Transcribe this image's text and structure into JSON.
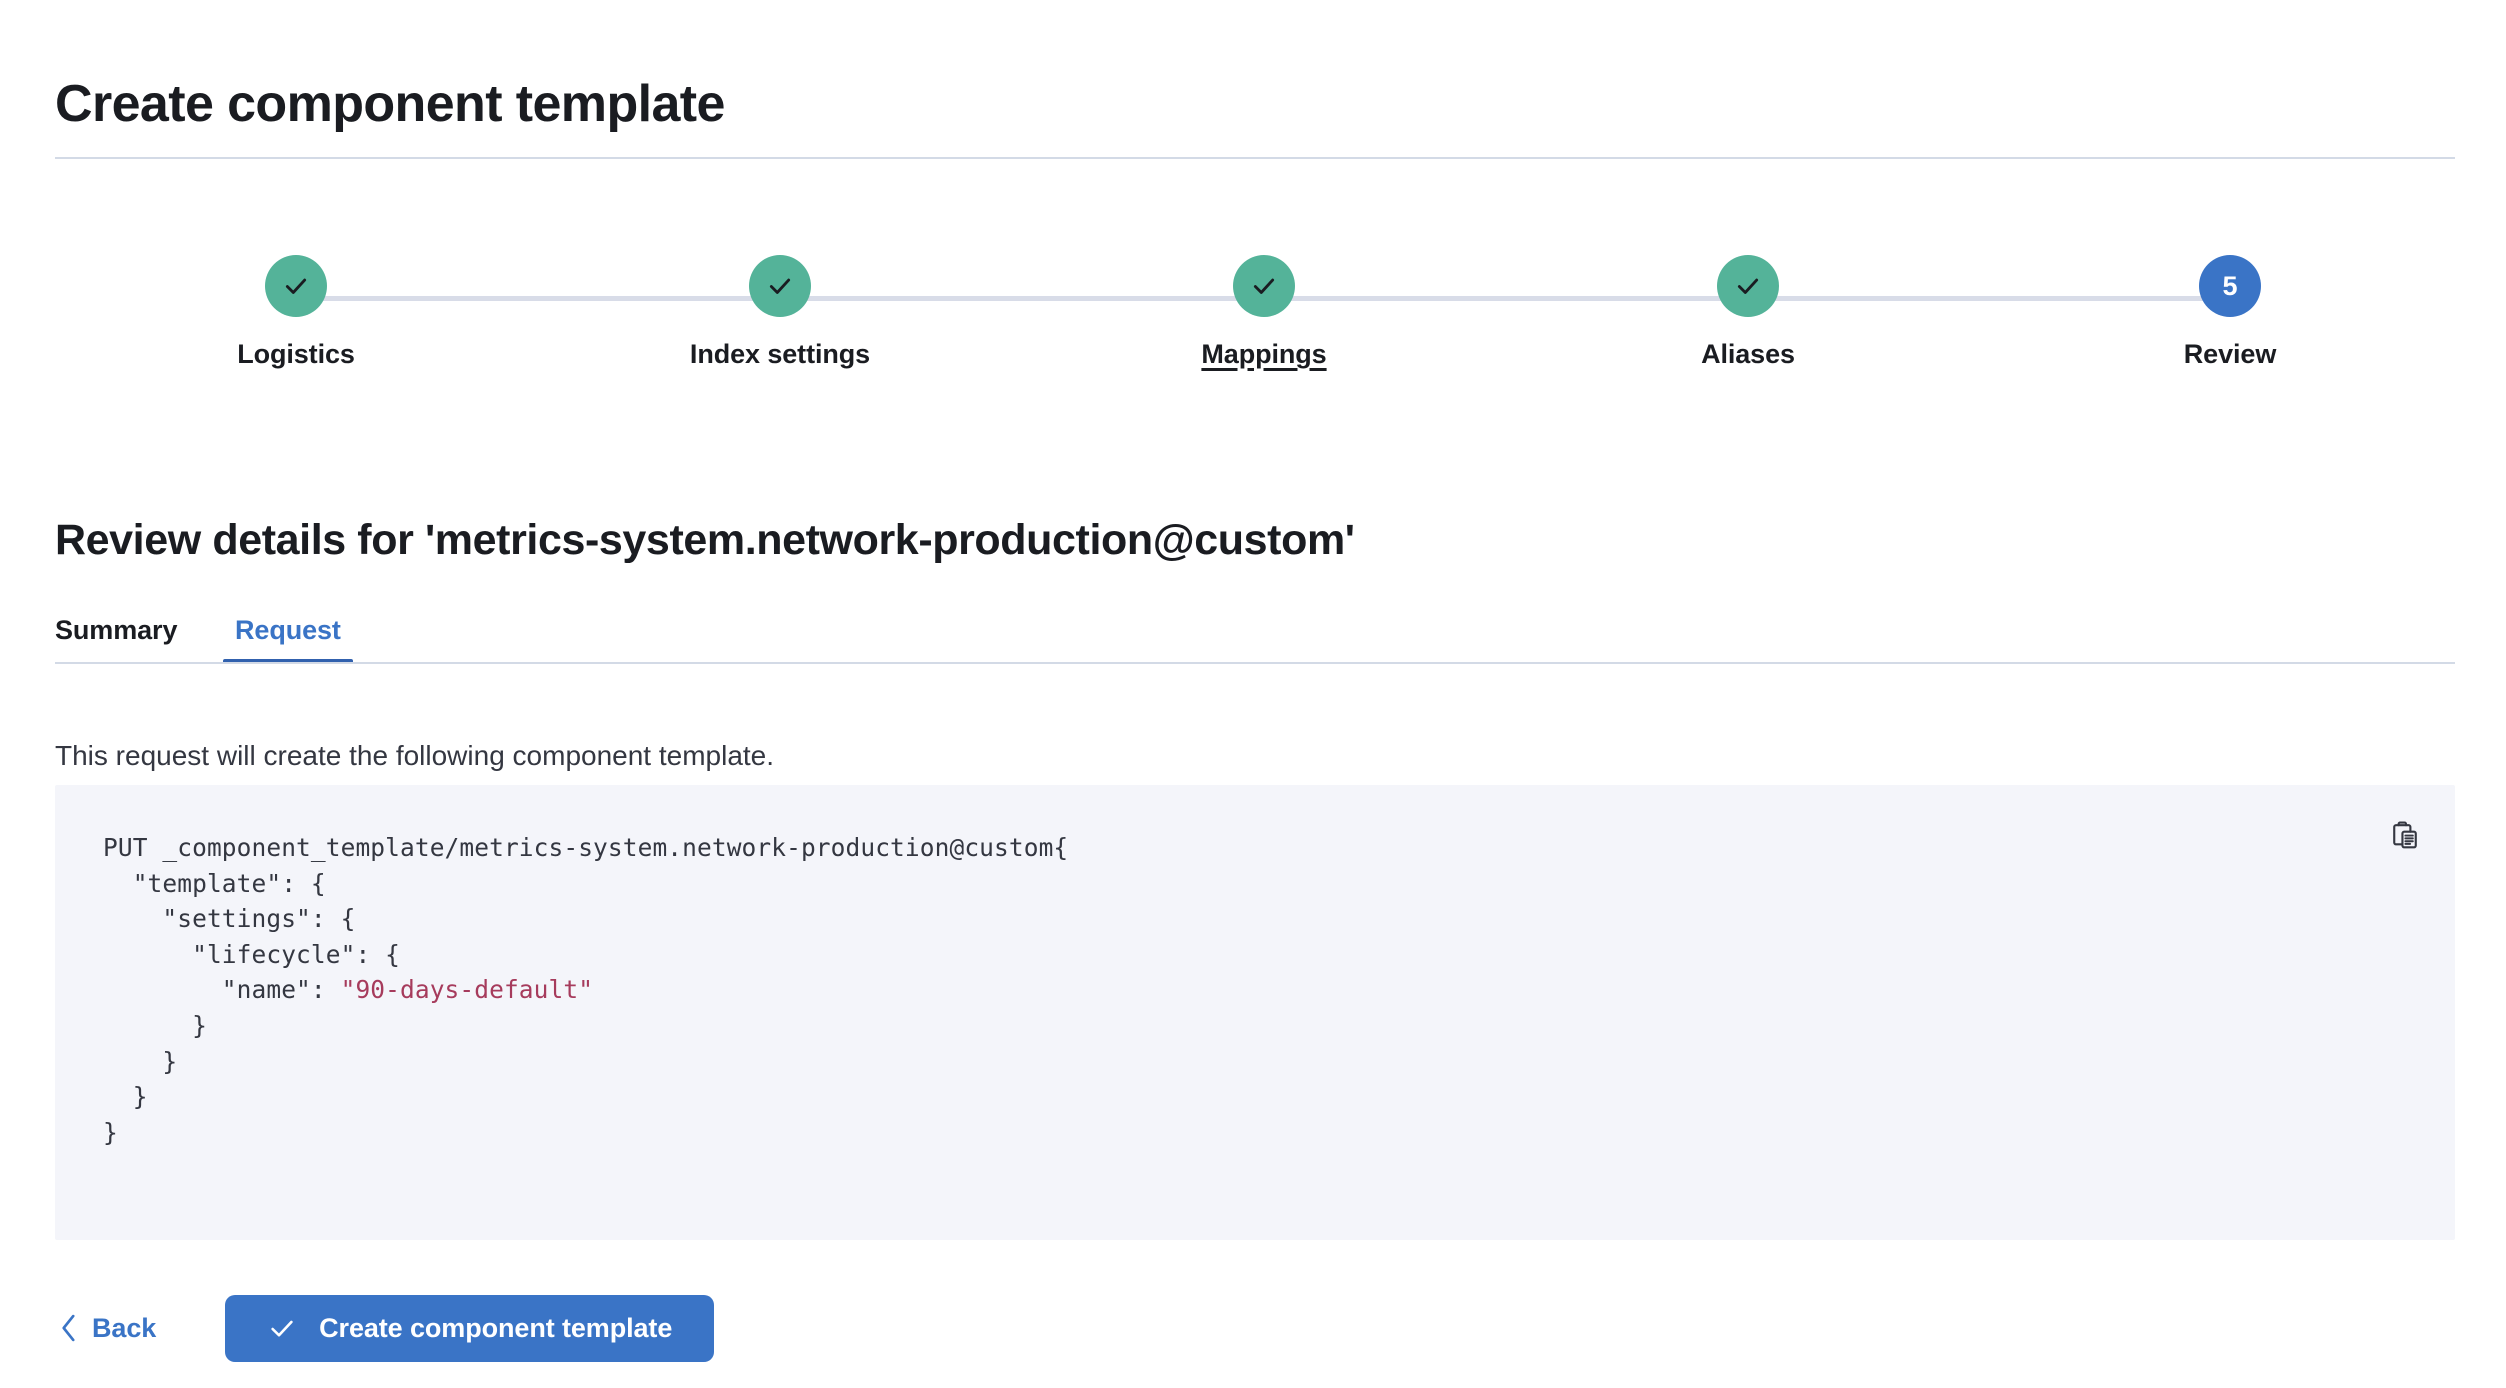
{
  "header": {
    "title": "Create component template"
  },
  "stepper": {
    "steps": [
      {
        "label": "Logistics",
        "state": "done",
        "icon": "check-icon",
        "badge": ""
      },
      {
        "label": "Index settings",
        "state": "done",
        "icon": "check-icon",
        "badge": ""
      },
      {
        "label": "Mappings",
        "state": "done",
        "icon": "check-icon",
        "badge": "",
        "hovered": true
      },
      {
        "label": "Aliases",
        "state": "done",
        "icon": "check-icon",
        "badge": ""
      },
      {
        "label": "Review",
        "state": "current",
        "icon": "",
        "badge": "5"
      }
    ],
    "done_color": "#54B399",
    "current_color": "#3A74C6",
    "line_color": "#D8DCE8"
  },
  "review": {
    "heading": "Review details for 'metrics-system.network-production@custom'",
    "tabs": [
      {
        "label": "Summary",
        "active": false
      },
      {
        "label": "Request",
        "active": true
      }
    ],
    "description": "This request will create the following component template.",
    "accent_color": "#3A74C6"
  },
  "code": {
    "method_and_path": "PUT _component_template/metrics-system.network-production@custom",
    "body_before_string": "{\n  \"template\": {\n    \"settings\": {\n      \"lifecycle\": {\n        \"name\": ",
    "string_value": "\"90-days-default\"",
    "body_after_string": "\n      }\n    }\n  }\n}",
    "string_color": "#A63B5C",
    "background": "#F4F5FA",
    "copy_icon": "copy-clipboard-icon"
  },
  "footer": {
    "back_label": "Back",
    "back_icon": "chevron-left-icon",
    "create_label": "Create component template",
    "create_icon": "check-icon",
    "primary_color": "#3A74C6"
  }
}
